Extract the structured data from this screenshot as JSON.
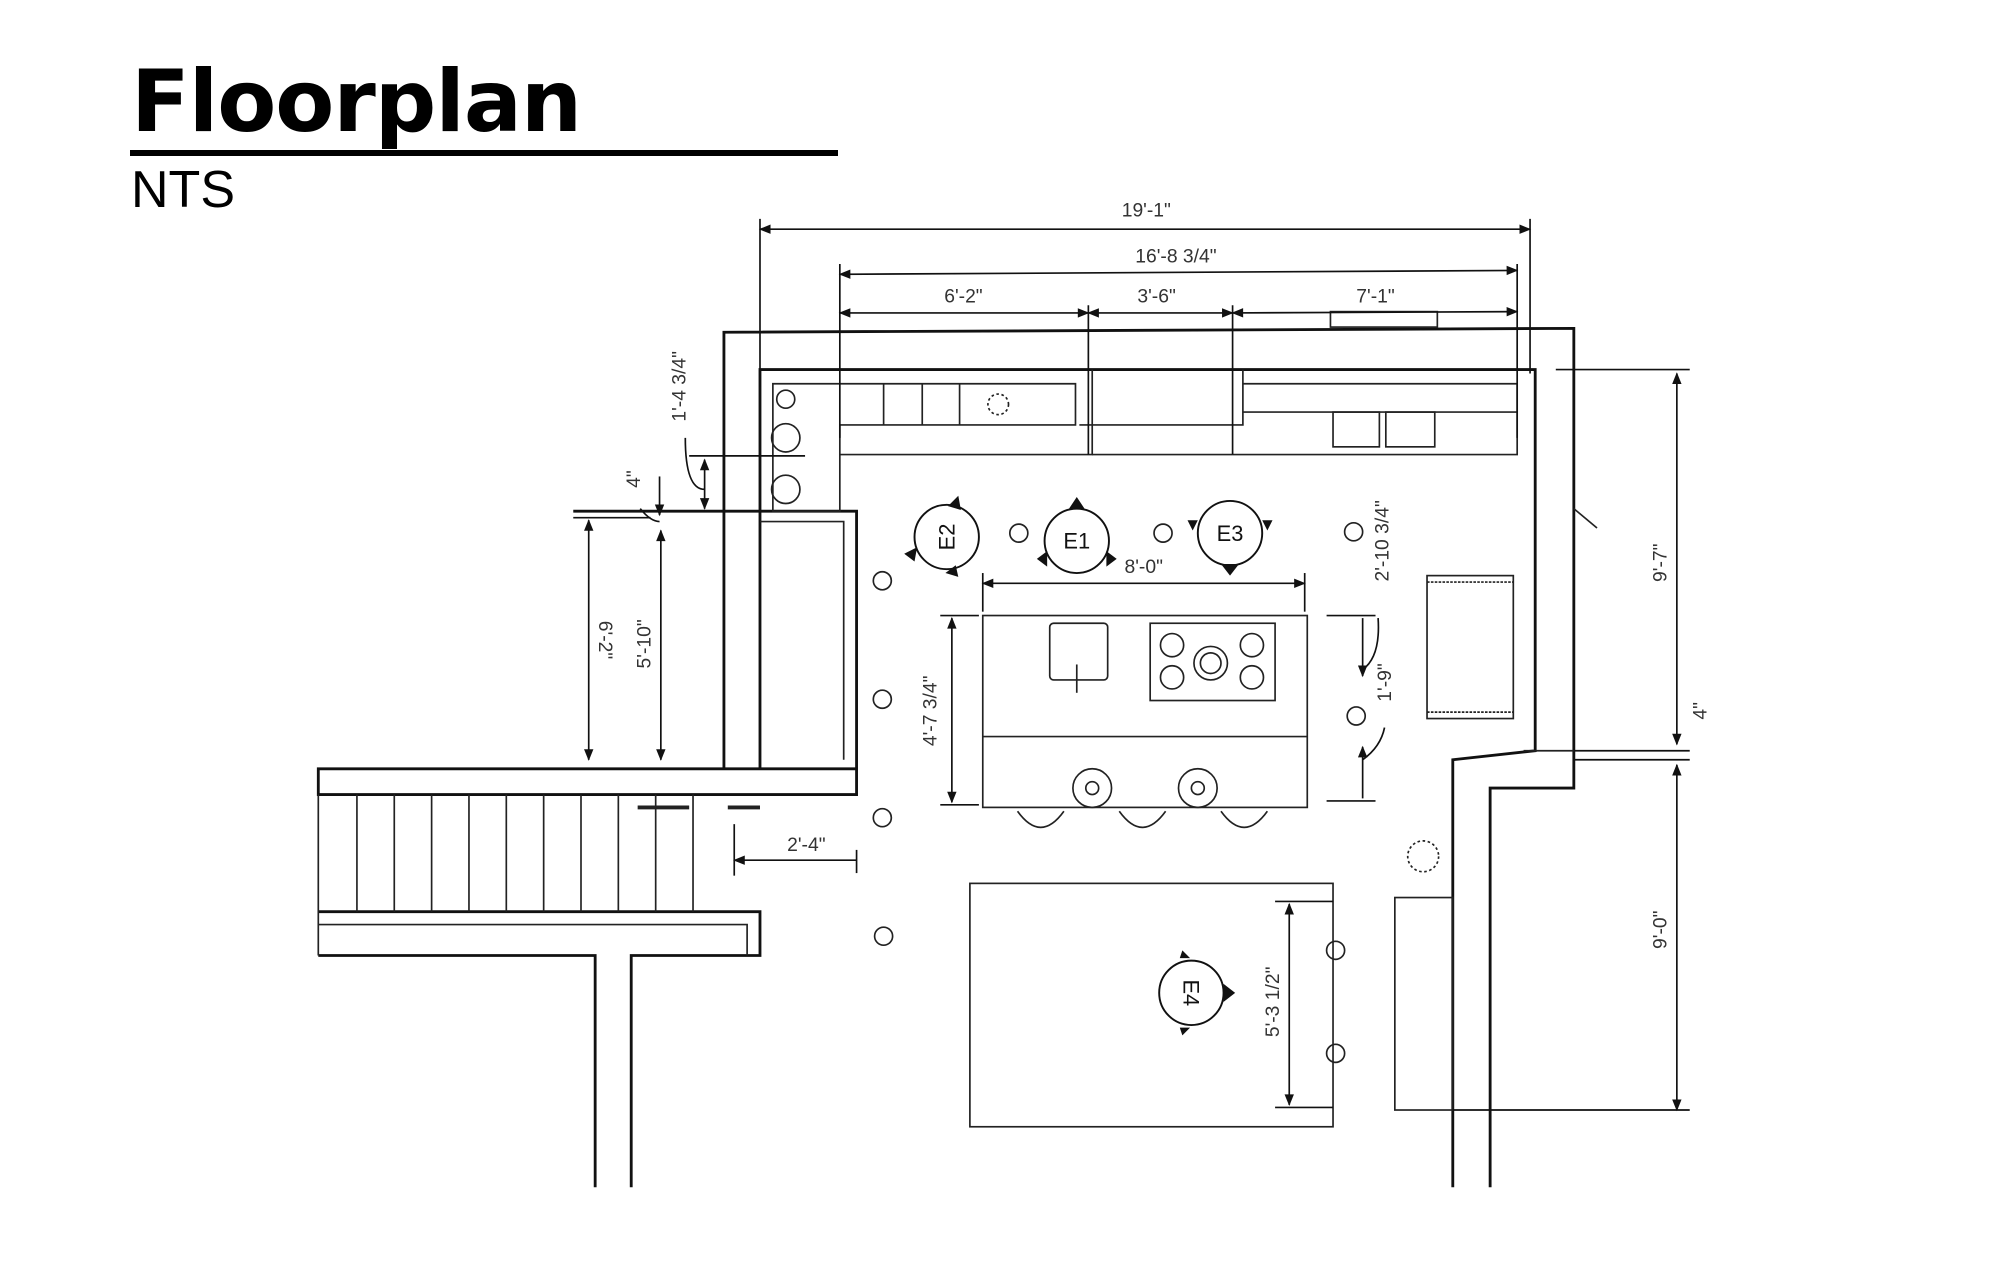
{
  "header": {
    "title": "Floorplan",
    "subtitle": "NTS"
  },
  "dimensions": {
    "overall_width": "19'-1\"",
    "inner_width": "16'-8 3/4\"",
    "seg_left": "6'-2\"",
    "seg_mid": "3'-6\"",
    "seg_right": "7'-1\"",
    "left_offset": "1'-4 3/4\"",
    "left_wall": "4\"",
    "closet_outer": "6'-2\"",
    "closet_inner": "5'-10\"",
    "island_width": "8'-0\"",
    "island_clear": "2'-10 3/4\"",
    "island_depth": "4'-7 3/4\"",
    "island_overhang": "1'-9\"",
    "right_upper": "9'-7\"",
    "right_wall": "4\"",
    "right_lower": "9'-0\"",
    "stair_gap": "2'-4\"",
    "table_length": "5'-3 1/2\""
  },
  "elevations": [
    "E1",
    "E2",
    "E3",
    "E4"
  ]
}
